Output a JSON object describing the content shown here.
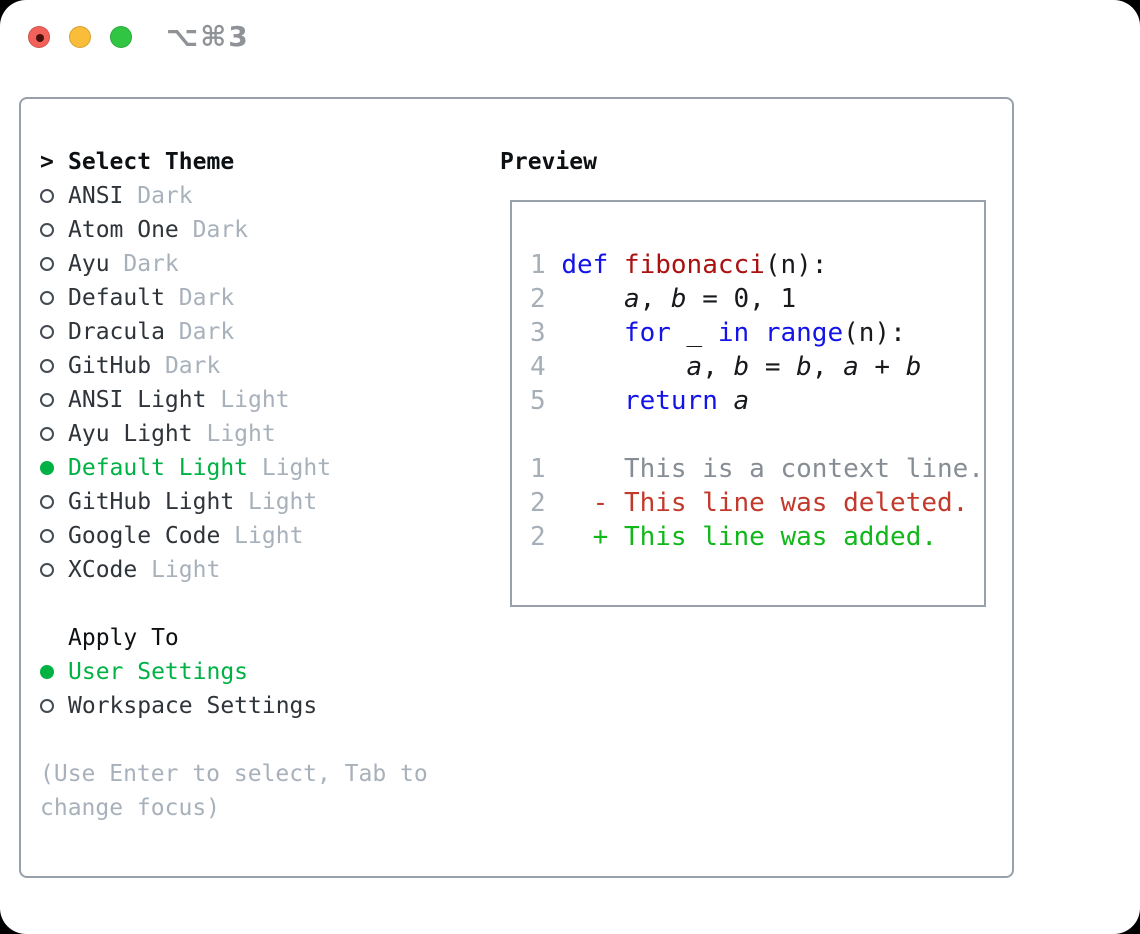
{
  "titlebar": {
    "shortcut_label": "⌥⌘3"
  },
  "theme_panel": {
    "header": {
      "marker": ">",
      "label": "Select Theme"
    },
    "items": [
      {
        "label": "ANSI",
        "variant": "Dark",
        "selected": false
      },
      {
        "label": "Atom One",
        "variant": "Dark",
        "selected": false
      },
      {
        "label": "Ayu",
        "variant": "Dark",
        "selected": false
      },
      {
        "label": "Default",
        "variant": "Dark",
        "selected": false
      },
      {
        "label": "Dracula",
        "variant": "Dark",
        "selected": false
      },
      {
        "label": "GitHub",
        "variant": "Dark",
        "selected": false
      },
      {
        "label": "ANSI Light",
        "variant": "Light",
        "selected": false
      },
      {
        "label": "Ayu Light",
        "variant": "Light",
        "selected": false
      },
      {
        "label": "Default Light",
        "variant": "Light",
        "selected": true
      },
      {
        "label": "GitHub Light",
        "variant": "Light",
        "selected": false
      },
      {
        "label": "Google Code",
        "variant": "Light",
        "selected": false
      },
      {
        "label": "XCode",
        "variant": "Light",
        "selected": false
      }
    ],
    "apply_to": {
      "header": "Apply To",
      "options": [
        {
          "label": "User Settings",
          "selected": true
        },
        {
          "label": "Workspace Settings",
          "selected": false
        }
      ]
    },
    "help_lines": [
      "(Use Enter to select, Tab to",
      "change focus)"
    ]
  },
  "preview": {
    "title": "Preview",
    "code_lines": [
      {
        "num": "1",
        "tokens": [
          {
            "t": "def",
            "s": "kw"
          },
          {
            "t": " ",
            "s": "pl"
          },
          {
            "t": "fibonacci",
            "s": "fn"
          },
          {
            "t": "(n):",
            "s": "pl"
          }
        ]
      },
      {
        "num": "2",
        "tokens": [
          {
            "t": "    ",
            "s": "pl"
          },
          {
            "t": "a",
            "s": "var"
          },
          {
            "t": ", ",
            "s": "pl"
          },
          {
            "t": "b",
            "s": "var"
          },
          {
            "t": " = 0, 1",
            "s": "pl"
          }
        ]
      },
      {
        "num": "3",
        "tokens": [
          {
            "t": "    ",
            "s": "pl"
          },
          {
            "t": "for",
            "s": "kw"
          },
          {
            "t": " _ ",
            "s": "pl"
          },
          {
            "t": "in",
            "s": "kw"
          },
          {
            "t": " ",
            "s": "pl"
          },
          {
            "t": "range",
            "s": "kw"
          },
          {
            "t": "(n):",
            "s": "pl"
          }
        ]
      },
      {
        "num": "4",
        "tokens": [
          {
            "t": "        ",
            "s": "pl"
          },
          {
            "t": "a",
            "s": "var"
          },
          {
            "t": ", ",
            "s": "pl"
          },
          {
            "t": "b",
            "s": "var"
          },
          {
            "t": " = ",
            "s": "pl"
          },
          {
            "t": "b",
            "s": "var"
          },
          {
            "t": ", ",
            "s": "pl"
          },
          {
            "t": "a",
            "s": "var"
          },
          {
            "t": " + ",
            "s": "pl"
          },
          {
            "t": "b",
            "s": "var"
          }
        ]
      },
      {
        "num": "5",
        "tokens": [
          {
            "t": "    ",
            "s": "pl"
          },
          {
            "t": "return",
            "s": "kw"
          },
          {
            "t": " ",
            "s": "pl"
          },
          {
            "t": "a",
            "s": "var"
          }
        ]
      }
    ],
    "diff_lines": [
      {
        "num": "1",
        "indent": "     ",
        "marker": "",
        "text": "This is a context line.",
        "type": "context"
      },
      {
        "num": "2",
        "indent": "   ",
        "marker": "- ",
        "text": "This line was deleted.",
        "type": "deleted"
      },
      {
        "num": "2",
        "indent": "   ",
        "marker": "+ ",
        "text": "This line was added.",
        "type": "added"
      }
    ]
  },
  "colors": {
    "selection_green": "#00b244",
    "added_green": "#12b71c",
    "deleted_red": "#c23a2c",
    "keyword_blue": "#1414e8",
    "function_red": "#ab1111",
    "muted_gray": "#a8b1bb",
    "line_number_gray": "#a6afb8",
    "border_gray": "#98a0a9",
    "traffic_red": "#f2625a",
    "traffic_yellow": "#f9bd39",
    "traffic_green": "#30c643"
  }
}
